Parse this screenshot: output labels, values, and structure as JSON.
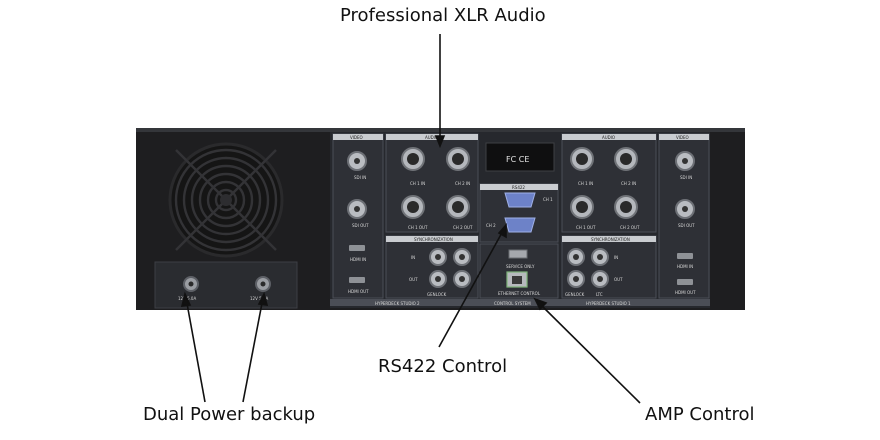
{
  "callouts": {
    "xlr_audio": "Professional XLR Audio",
    "rs422": "RS422 Control",
    "dual_power": "Dual Power backup",
    "amp": "AMP Control"
  },
  "panel_labels": {
    "video_left": "VIDEO",
    "audio_left": "AUDIO",
    "audio_right": "AUDIO",
    "video_right": "VIDEO",
    "rs422": "RS422",
    "sync_left": "SYNCHRONIZATION",
    "sync_right": "SYNCHRONIZATION",
    "ch1": "CH 1",
    "ch2": "CH 2",
    "sdi_in": "SDI IN",
    "sdi_out": "SDI OUT",
    "hdmi_in": "HDMI IN",
    "hdmi_out": "HDMI OUT",
    "ch1_in": "CH 1 IN",
    "ch2_in": "CH 2 IN",
    "ch1_out": "CH 1 OUT",
    "ch2_out": "CH 2 OUT",
    "in": "IN",
    "out": "OUT",
    "genlock": "GENLOCK",
    "ltc": "LTC",
    "service_only": "SERVICE ONLY",
    "ethernet_control": "ETHERNET CONTROL",
    "bottom_left": "HYPERDECK STUDIO 2",
    "bottom_mid": "CONTROL SYSTEM",
    "bottom_right": "HYPERDECK STUDIO 1",
    "power_spec": "12V 5.0A"
  },
  "colors": {
    "chassis": "#1e1e20",
    "panel": "#2b2d33",
    "bezel": "#4b4e56",
    "metal": "#c9ccd0",
    "connector_blue": "#6d82c8",
    "ethernet_green": "#7fb37a"
  }
}
